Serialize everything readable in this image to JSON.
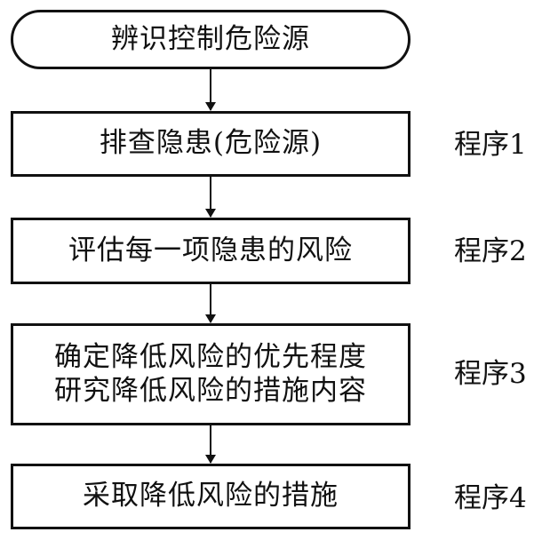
{
  "flowchart": {
    "start": "辨识控制危险源",
    "steps": [
      {
        "lines": [
          "排查隐患(危险源)"
        ],
        "procedure": "程序1"
      },
      {
        "lines": [
          "评估每一项隐患的风险"
        ],
        "procedure": "程序2"
      },
      {
        "lines": [
          "确定降低风险的优先程度",
          "研究降低风险的措施内容"
        ],
        "procedure": "程序3"
      },
      {
        "lines": [
          "采取降低风险的措施"
        ],
        "procedure": "程序4"
      }
    ]
  }
}
